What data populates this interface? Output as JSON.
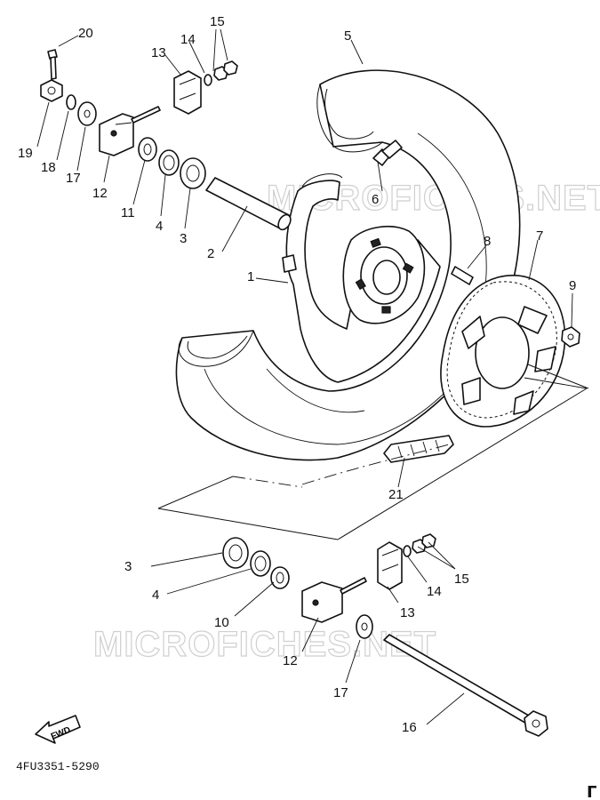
{
  "diagram": {
    "watermark": "MICROFICHES.NET",
    "diagram_code": "4FU3351-5290",
    "fwd_label": "FWD",
    "corner_mark": "Γ",
    "callouts": [
      {
        "id": "c20",
        "label": "20"
      },
      {
        "id": "c15a",
        "label": "15"
      },
      {
        "id": "c14a",
        "label": "14"
      },
      {
        "id": "c13a",
        "label": "13"
      },
      {
        "id": "c5",
        "label": "5"
      },
      {
        "id": "c19",
        "label": "19"
      },
      {
        "id": "c18",
        "label": "18"
      },
      {
        "id": "c17a",
        "label": "17"
      },
      {
        "id": "c12a",
        "label": "12"
      },
      {
        "id": "c11",
        "label": "11"
      },
      {
        "id": "c4a",
        "label": "4"
      },
      {
        "id": "c3a",
        "label": "3"
      },
      {
        "id": "c6",
        "label": "6"
      },
      {
        "id": "c2",
        "label": "2"
      },
      {
        "id": "c1",
        "label": "1"
      },
      {
        "id": "c8",
        "label": "8"
      },
      {
        "id": "c7",
        "label": "7"
      },
      {
        "id": "c9",
        "label": "9"
      },
      {
        "id": "c21",
        "label": "21"
      },
      {
        "id": "c3b",
        "label": "3"
      },
      {
        "id": "c4b",
        "label": "4"
      },
      {
        "id": "c10",
        "label": "10"
      },
      {
        "id": "c12b",
        "label": "12"
      },
      {
        "id": "c13b",
        "label": "13"
      },
      {
        "id": "c14b",
        "label": "14"
      },
      {
        "id": "c15b",
        "label": "15"
      },
      {
        "id": "c17b",
        "label": "17"
      },
      {
        "id": "c16",
        "label": "16"
      }
    ]
  }
}
